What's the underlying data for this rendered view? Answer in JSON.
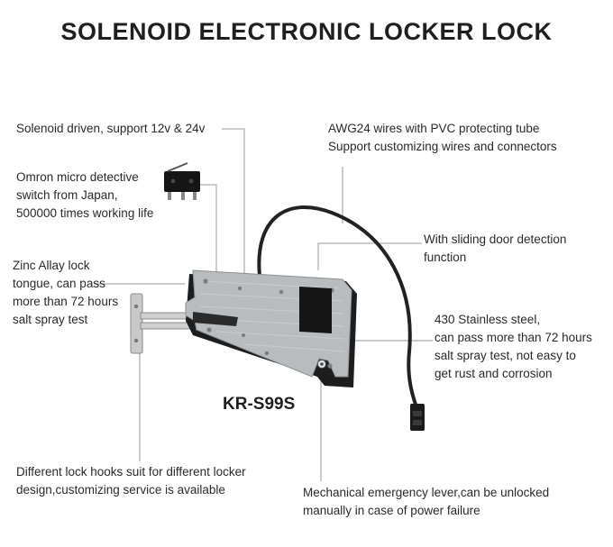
{
  "title": "SOLENOID ELECTRONIC LOCKER LOCK",
  "model": "KR-S99S",
  "colors": {
    "plate": "#b9bcbf",
    "housing": "#1d1d1d",
    "cable": "#222222",
    "leader_line": "#9a9a9a"
  },
  "icons": [
    "micro-switch-icon",
    "lock-body-icon",
    "cable-icon",
    "connector-icon",
    "lock-tongue-icon",
    "sliding-detection-window-icon",
    "emergency-lever-icon"
  ],
  "notes": {
    "solenoid": [
      "Solenoid driven, support 12v & 24v"
    ],
    "micro_switch": [
      "Omron micro detective",
      "switch from Japan,",
      "500000 times working life"
    ],
    "zinc_tongue": [
      "Zinc Allay lock",
      "tongue, can pass",
      "more than 72 hours",
      "salt spray test"
    ],
    "wires": [
      "AWG24 wires with PVC protecting tube",
      "Support customizing wires and connectors"
    ],
    "sliding_door": [
      "With sliding door detection",
      "function"
    ],
    "stainless": [
      "430 Stainless steel,",
      "can pass more than 72 hours",
      "salt spray test, not easy to",
      "get rust and corrosion"
    ],
    "lock_hooks": [
      "Different lock hooks suit for different locker",
      "design,customizing service is available"
    ],
    "emergency": [
      "Mechanical emergency lever,can be unlocked",
      "manually in case of power failure"
    ]
  }
}
